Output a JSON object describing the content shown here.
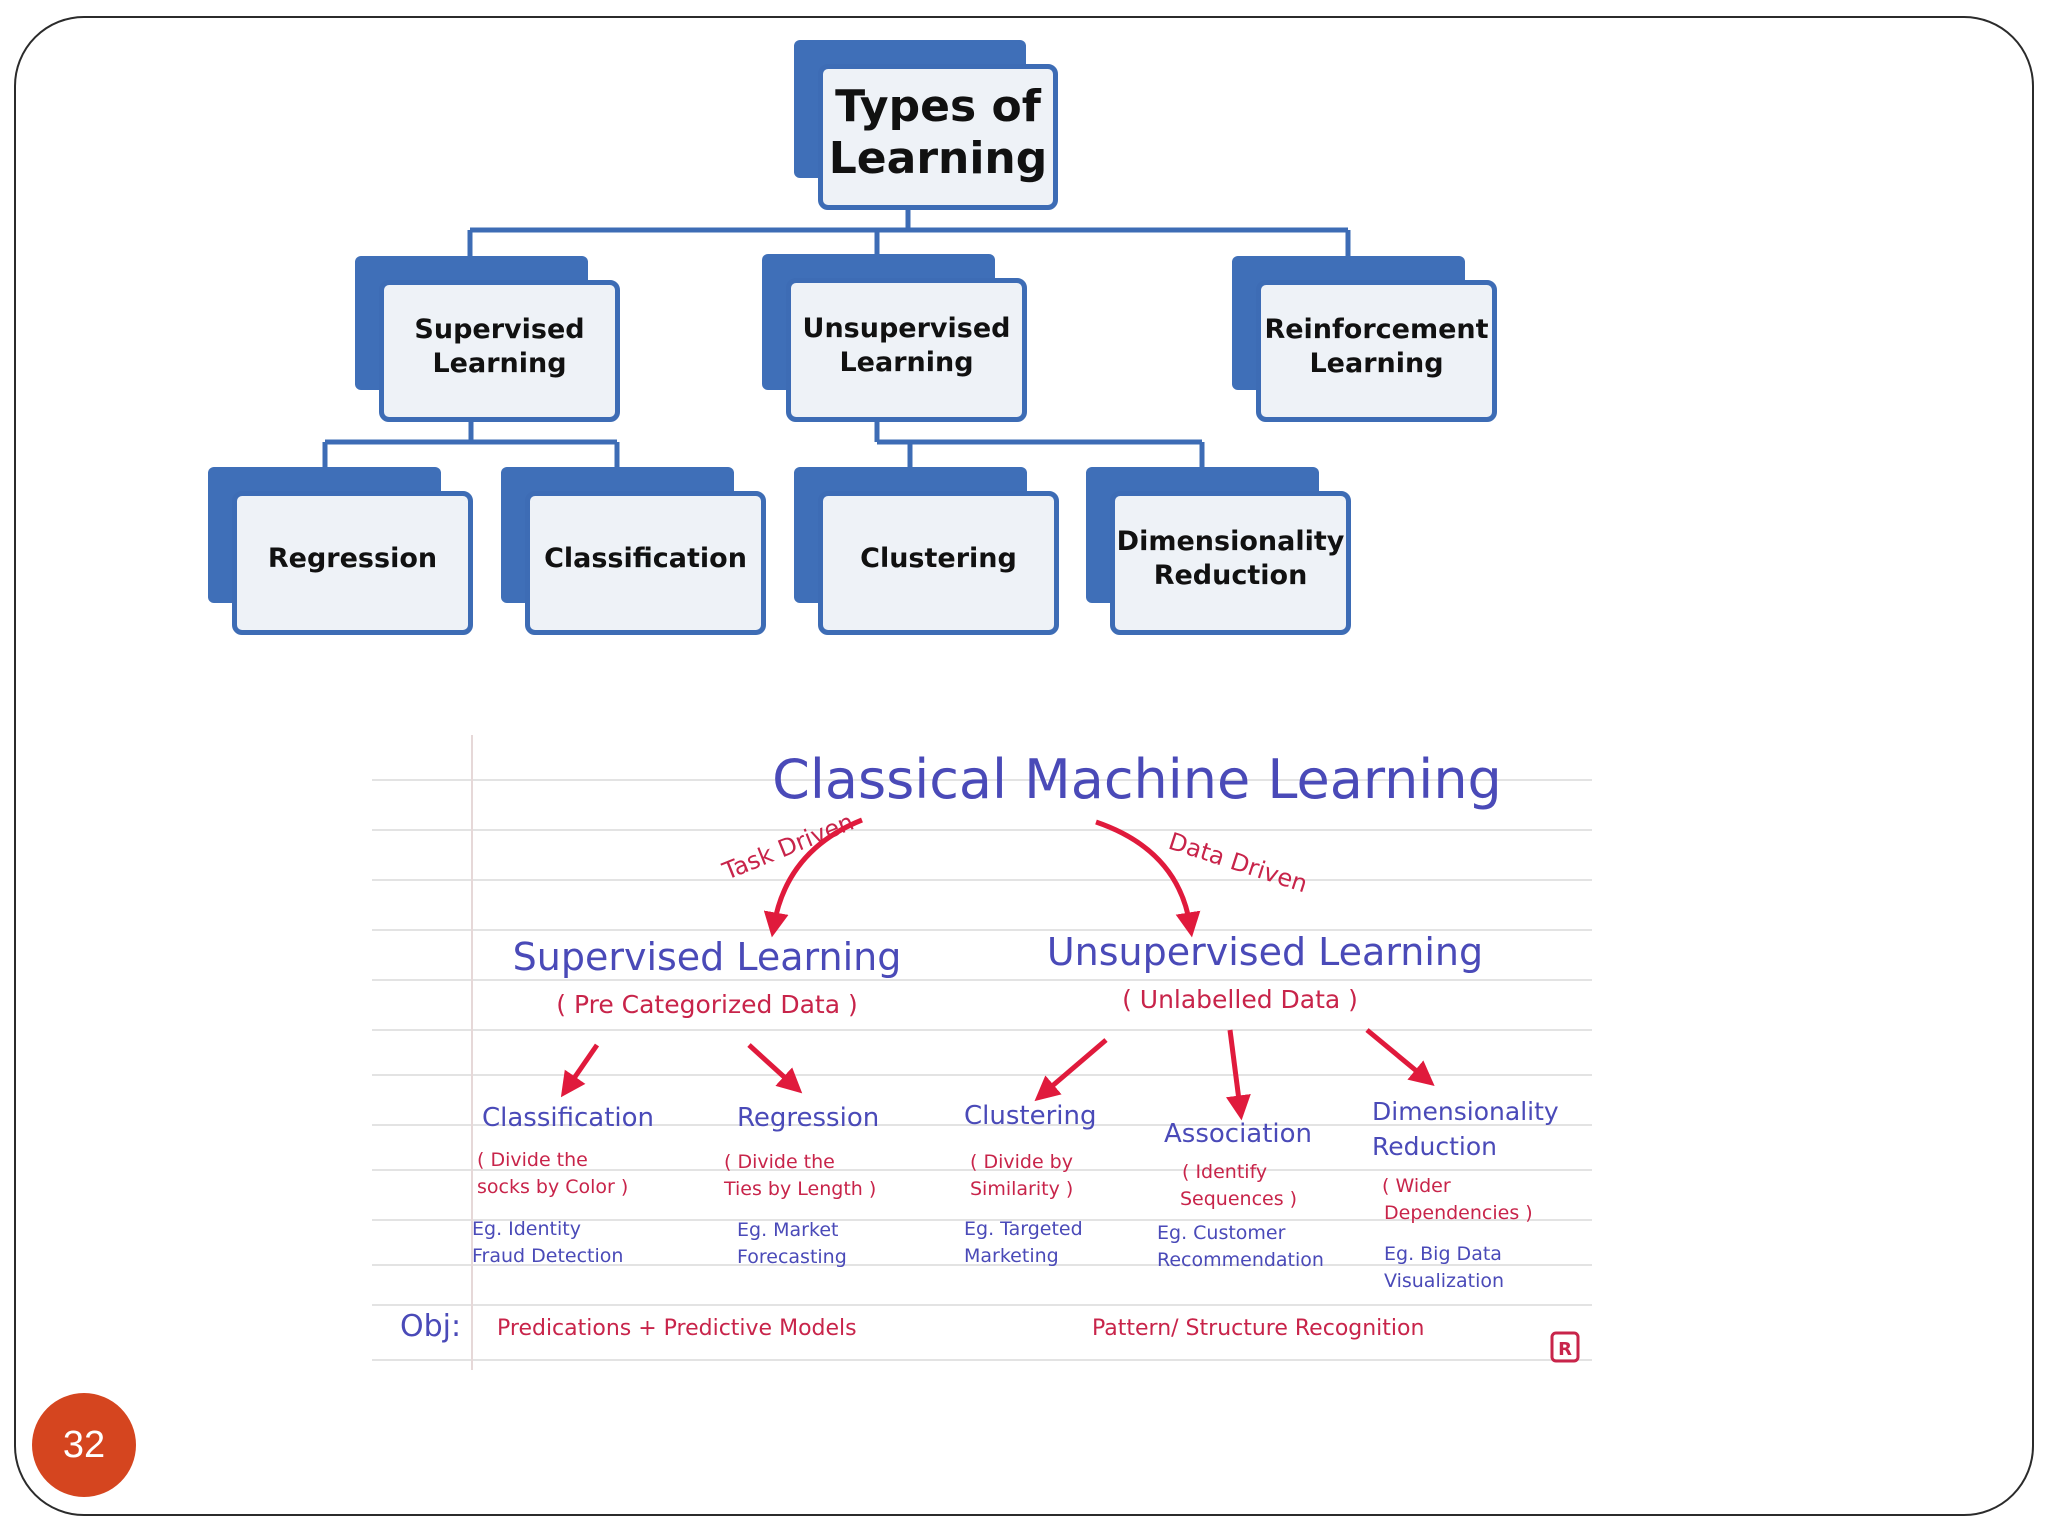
{
  "diagram": {
    "root": {
      "label_line1": "Types of",
      "label_line2": "Learning"
    },
    "supervised": {
      "label_line1": "Supervised",
      "label_line2": "Learning"
    },
    "unsupervised": {
      "label_line1": "Unsupervised",
      "label_line2": "Learning"
    },
    "reinforcement": {
      "label_line1": "Reinforcement",
      "label_line2": "Learning"
    },
    "regression": {
      "label": "Regression"
    },
    "classification": {
      "label": "Classification"
    },
    "clustering": {
      "label": "Clustering"
    },
    "dimensionality": {
      "label_line1": "Dimensionality",
      "label_line2": "Reduction"
    }
  },
  "sketch": {
    "title": "Classical Machine Learning",
    "task_driven": "Task Driven",
    "data_driven": "Data Driven",
    "supervised": {
      "title": "Supervised Learning",
      "subtitle": "( Pre Categorized Data )"
    },
    "unsupervised": {
      "title": "Unsupervised Learning",
      "subtitle": "( Unlabelled Data )"
    },
    "columns": [
      {
        "name": "Classification",
        "desc1": "( Divide the",
        "desc2": "socks by Color )",
        "eg1": "Eg. Identity",
        "eg2": "Fraud Detection"
      },
      {
        "name": "Regression",
        "desc1": "( Divide the",
        "desc2": "Ties by Length )",
        "eg1": "Eg. Market",
        "eg2": "Forecasting"
      },
      {
        "name": "Clustering",
        "desc1": "( Divide by",
        "desc2": "Similarity )",
        "eg1": "Eg. Targeted",
        "eg2": "Marketing"
      },
      {
        "name": "Association",
        "desc1": "( Identify",
        "desc2": "Sequences )",
        "eg1": "Eg. Customer",
        "eg2": "Recommendation"
      },
      {
        "name1": "Dimensionality",
        "name2": "Reduction",
        "desc1": "( Wider",
        "desc2": "Dependencies )",
        "eg1": "Eg. Big Data",
        "eg2": "Visualization"
      }
    ],
    "obj_label": "Obj:",
    "obj_supervised": "Predications + Predictive Models",
    "obj_unsupervised": "Pattern/ Structure Recognition",
    "badge": "R"
  },
  "page_number": "32",
  "colors": {
    "box_border": "#3d6cb5",
    "box_back": "#3f6fb8",
    "box_fill": "#eef2f7",
    "sketch_blue": "#4a4ab8",
    "sketch_red": "#c8244a",
    "arrow_red": "#e01a3c",
    "badge": "#d5451f"
  }
}
